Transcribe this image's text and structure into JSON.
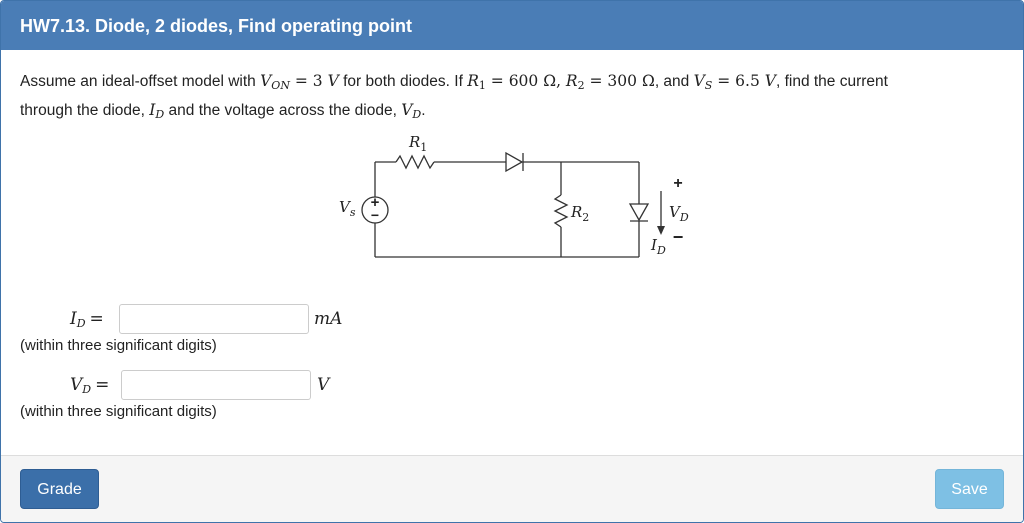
{
  "header": {
    "title": "HW7.13. Diode, 2 diodes, Find operating point"
  },
  "question": {
    "t1": "Assume an ideal-offset model with ",
    "von_sym": "V",
    "von_sub": "ON",
    "von_val": " = 3 ",
    "von_unit": "V",
    "t2": " for both diodes. If ",
    "r1_sym": "R",
    "r1_sub": "1",
    "r1_val": " = 600 Ω, ",
    "r2_sym": "R",
    "r2_sub": "2",
    "r2_val": " = 300 Ω",
    "t3": ", and ",
    "vs_sym": "V",
    "vs_sub": "S",
    "vs_val": " = 6.5 ",
    "vs_unit": "V",
    "t4": ", find the current",
    "t5": "through the diode, ",
    "id_sym": "I",
    "id_sub": "D",
    "t6": " and the voltage across the diode, ",
    "vd_sym": "V",
    "vd_sub": "D",
    "t7": "."
  },
  "circuit": {
    "r1_label": "R",
    "r1_sub": "1",
    "r2_label": "R",
    "r2_sub": "2",
    "vs_label": "V",
    "vs_sub": "s",
    "source_plus": "+",
    "source_minus": "−",
    "vd_label": "V",
    "vd_sub": "D",
    "vd_plus": "+",
    "vd_minus": "−",
    "id_label": "I",
    "id_sub": "D"
  },
  "answers": [
    {
      "sym": "I",
      "sub": "D",
      "eq": "=",
      "unit": "mA",
      "value": "",
      "hint": "(within three significant digits)"
    },
    {
      "sym": "V",
      "sub": "D",
      "eq": "=",
      "unit": "V",
      "value": "",
      "hint": "(within three significant digits)"
    }
  ],
  "footer": {
    "grade_label": "Grade",
    "save_label": "Save"
  }
}
